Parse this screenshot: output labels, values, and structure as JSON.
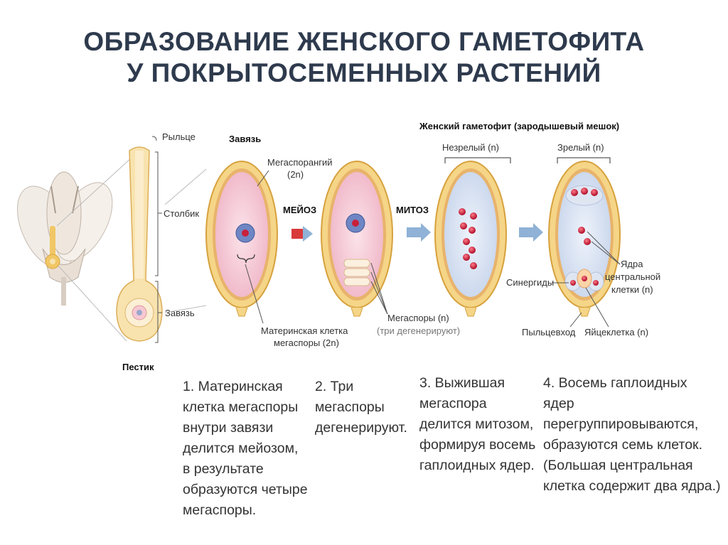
{
  "title": {
    "line1": "ОБРАЗОВАНИЕ ЖЕНСКОГО ГАМЕТОФИТА",
    "line2": "У ПОКРЫТОСЕМЕННЫХ РАСТЕНИЙ"
  },
  "pistil_labels": {
    "stigma": "Рыльце",
    "style": "Столбик",
    "ovary": "Завязь",
    "pistil": "Пестик"
  },
  "stage_labels": {
    "ovary_heading": "Завязь",
    "megasporangium_line1": "Мегаспорангий",
    "megasporangium_line2": "(2n)",
    "mother_cell_line1": "Материнская клетка",
    "mother_cell_line2": "мегаспоры (2n)",
    "meiosis": "МЕЙОЗ",
    "mitosis": "МИТОЗ",
    "megaspores_line1": "Мегаспоры (n)",
    "megaspores_line2": "(три дегенерируют)",
    "gametophyte_heading": "Женский гаметофит (зародышевый мешок)",
    "immature": "Незрелый (n)",
    "mature": "Зрелый (n)",
    "synergids": "Синергиды",
    "central_nuclei_line1": "Ядра",
    "central_nuclei_line2": "центральной",
    "central_nuclei_line3": "клетки (n)",
    "micropyle": "Пыльцевход",
    "egg_cell": "Яйцеклетка (n)"
  },
  "steps": [
    "1. Материнская\nклетка мегаспоры\nвнутри завязи\nделится мейозом,\nв результате\nобразуются четыре\nмегаспоры.",
    "2. Три\nмегаспоры\nдегенерируют.",
    "3. Выжившая\nмегаспора\nделится митозом,\nформируя восемь\nгаплоидных ядер.",
    "4. Восемь гаплоидных ядер\nперегруппировываются,\nобразуются семь клеток.\n(Большая центральная\nклетка содержит два ядра.)"
  ],
  "colors": {
    "title": "#2e3a4d",
    "integument": "#f3d58a",
    "integument_edge": "#d9a441",
    "nucellus_pink": "#f4c6d3",
    "embryo_sac_blue": "#d9e3f3",
    "nucleus_red": "#c8203a",
    "arrow_blue": "#7fa8cf",
    "arrow_red": "#d93a3a"
  }
}
